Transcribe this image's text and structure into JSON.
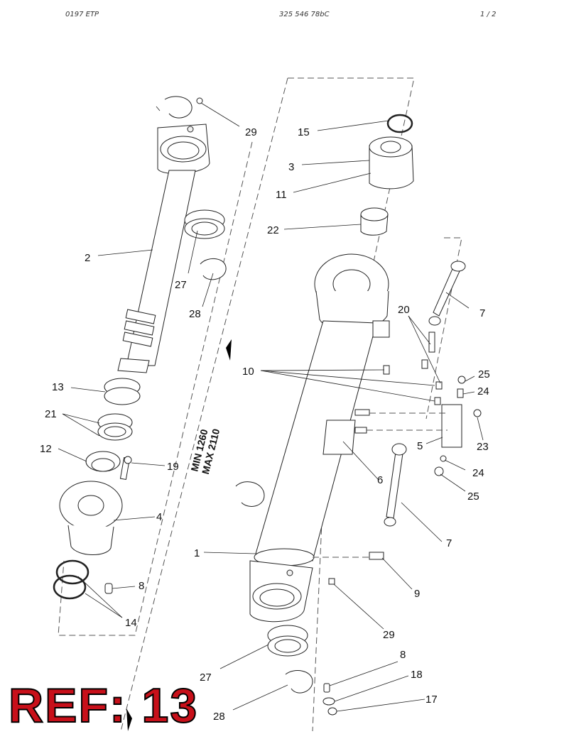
{
  "header": {
    "left": "0197  ETP",
    "center": "325 546 78bC",
    "right": "1 / 2"
  },
  "dimension": {
    "min": "MIN 1260",
    "max": "MAX 2110"
  },
  "reference": "REF: 13",
  "colors": {
    "ref_text": "#c8101a",
    "line": "#222222"
  },
  "labels": [
    "1",
    "2",
    "3",
    "4",
    "5",
    "6",
    "7",
    "7",
    "8",
    "8",
    "9",
    "10",
    "11",
    "12",
    "13",
    "14",
    "15",
    "17",
    "18",
    "19",
    "20",
    "21",
    "22",
    "23",
    "24",
    "24",
    "25",
    "25",
    "27",
    "27",
    "28",
    "28",
    "29",
    "29"
  ]
}
